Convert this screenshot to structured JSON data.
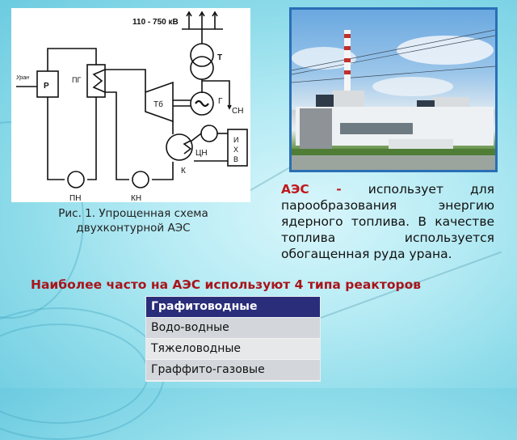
{
  "diagram": {
    "voltage_label": "110 - 750 кВ",
    "labels": {
      "uranium": "Уран",
      "reactor": "Р",
      "steam_generator": "ПГ",
      "transformer": "Т",
      "turbine": "Тб",
      "generator": "Г",
      "own_needs": "СН",
      "condenser": "К",
      "circulation_pump": "ЦН",
      "cooling_source": "И\nХ\nВ",
      "feed_pump": "ПН",
      "condensate_pump": "КН"
    }
  },
  "caption": {
    "line1": "Рис. 1. Упрощенная схема",
    "line2": "двухконтурной АЭС"
  },
  "photo": {
    "subject": "nuclear-power-plant-photo"
  },
  "description": {
    "lead": "АЭС -",
    "text": " использует для парообразования энергию ядерного топлива. В качестве топлива используется обогащенная руда урана."
  },
  "heading": "Наиболее часто на АЭС используют 4 типа реакторов",
  "reactor_types": [
    "Графитоводные",
    "Водо-водные",
    "Тяжеловодные",
    "Граффито-газовые"
  ],
  "colors": {
    "accent_red": "#c0181c",
    "table_header": "#2a2d7a",
    "photo_border": "#2a6fb5"
  }
}
